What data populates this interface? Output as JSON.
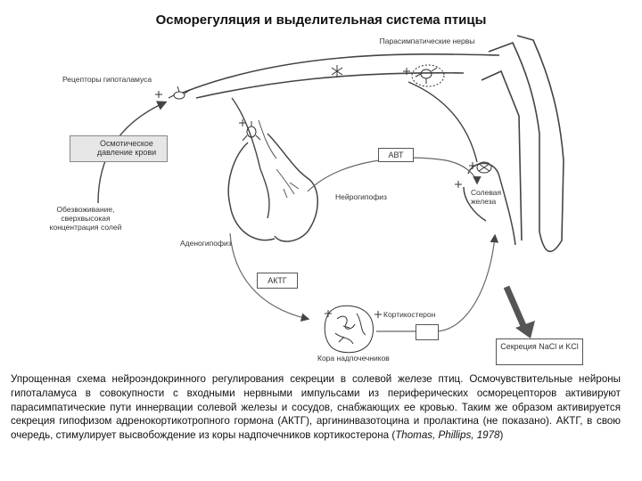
{
  "title": "Осморегуляция и выделительная система птицы",
  "labels": {
    "parasympathetic": "Парасимпатические нервы",
    "hypothalamus_receptors": "Рецепторы гипоталамуса",
    "osmotic_pressure": "Осмотическое давление крови",
    "dehydration": "Обезвоживание, сверхвысокая концентрация солей",
    "neurohypophysis": "Нейрогипофиз",
    "adenohypophysis": "Аденогипофиз",
    "salt_gland": "Солевая железа",
    "avt": "АВТ",
    "actg": "АКТГ",
    "corticosterone": "Кортикостерон",
    "adrenal_cortex": "Кора надпочечников",
    "secretion": "Секреция NaCl и KCl"
  },
  "caption": {
    "text": "Упрощенная схема нейроэндокринного регулирования секреции в солевой железе птиц. Осмочувствительные нейроны гипоталамуса в совокупности с входными нервными импульсами из периферических осморецепторов активируют парасимпатические пути иннервации солевой железы и сосудов, снабжающих ее кровью. Таким же образом активируется секреция гипофизом адренокортикотропного гормона (АКТГ), аргининвазотоцина и пролактина (не показано). АКТГ, в свою очередь, стимулирует высвобождение из коры надпочечников кортикостерона (",
    "citation": "Thomas, Phillips, 1978",
    "end": ")"
  }
}
